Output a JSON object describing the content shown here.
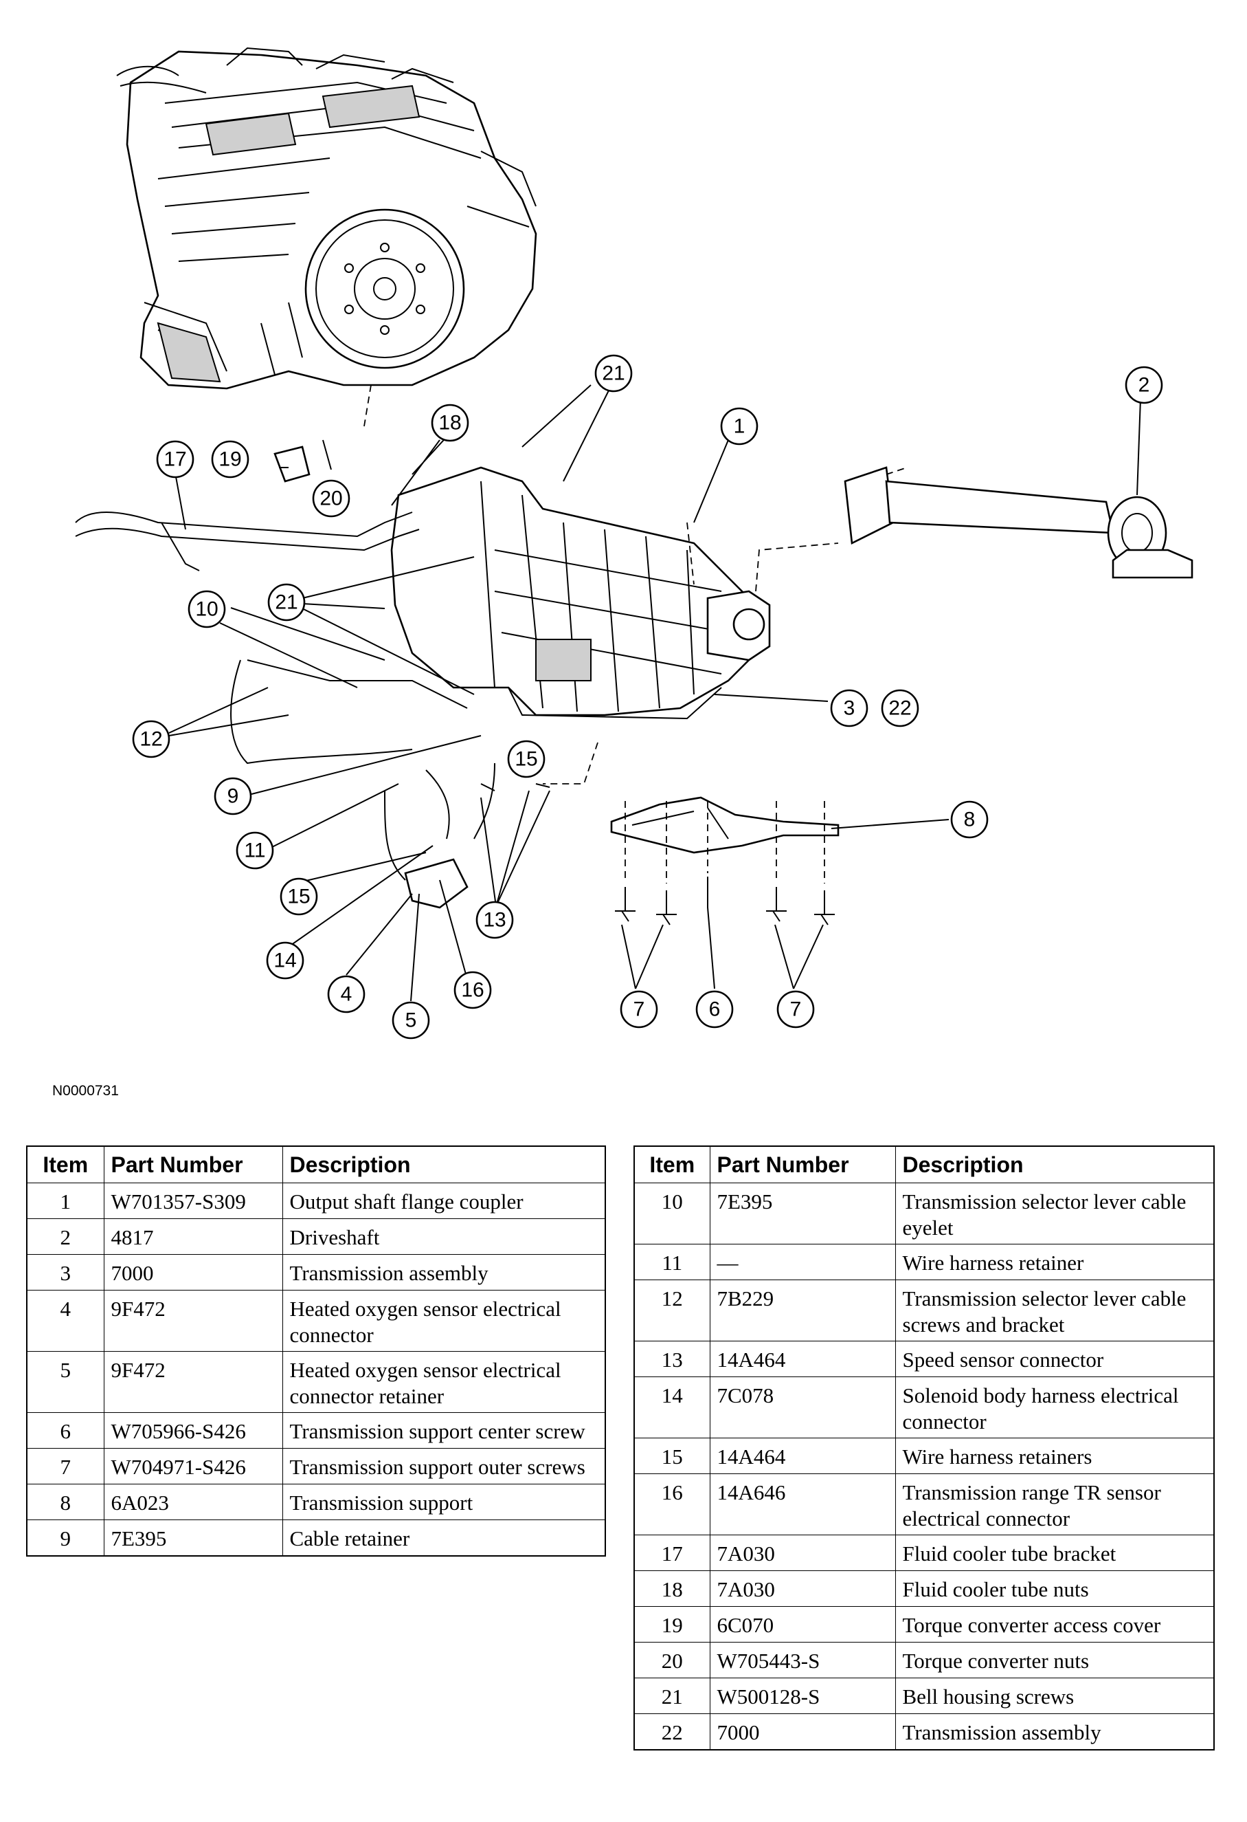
{
  "figure_id": "N0000731",
  "callouts": [
    "1",
    "2",
    "3",
    "4",
    "5",
    "6",
    "7",
    "8",
    "9",
    "10",
    "11",
    "12",
    "13",
    "14",
    "15",
    "16",
    "17",
    "18",
    "19",
    "20",
    "21",
    "22"
  ],
  "table_headers": {
    "item": "Item",
    "part_number": "Part Number",
    "description": "Description"
  },
  "parts_left": [
    {
      "item": "1",
      "part_number": "W701357-S309",
      "description": "Output shaft flange coupler"
    },
    {
      "item": "2",
      "part_number": "4817",
      "description": "Driveshaft"
    },
    {
      "item": "3",
      "part_number": "7000",
      "description": "Transmission assembly"
    },
    {
      "item": "4",
      "part_number": "9F472",
      "description": "Heated oxygen sensor electrical connector"
    },
    {
      "item": "5",
      "part_number": "9F472",
      "description": "Heated oxygen sensor electrical connector retainer"
    },
    {
      "item": "6",
      "part_number": "W705966-S426",
      "description": "Transmission support center screw"
    },
    {
      "item": "7",
      "part_number": "W704971-S426",
      "description": "Transmission support outer screws"
    },
    {
      "item": "8",
      "part_number": "6A023",
      "description": "Transmission support"
    },
    {
      "item": "9",
      "part_number": "7E395",
      "description": "Cable retainer"
    }
  ],
  "parts_right": [
    {
      "item": "10",
      "part_number": "7E395",
      "description": "Transmission selector lever cable eyelet"
    },
    {
      "item": "11",
      "part_number": "—",
      "description": "Wire harness retainer"
    },
    {
      "item": "12",
      "part_number": "7B229",
      "description": "Transmission selector lever cable screws and bracket"
    },
    {
      "item": "13",
      "part_number": "14A464",
      "description": "Speed sensor connector"
    },
    {
      "item": "14",
      "part_number": "7C078",
      "description": "Solenoid body harness electrical connector"
    },
    {
      "item": "15",
      "part_number": "14A464",
      "description": "Wire harness retainers"
    },
    {
      "item": "16",
      "part_number": "14A646",
      "description": "Transmission range TR sensor electrical connector"
    },
    {
      "item": "17",
      "part_number": "7A030",
      "description": "Fluid cooler tube bracket"
    },
    {
      "item": "18",
      "part_number": "7A030",
      "description": "Fluid cooler tube nuts"
    },
    {
      "item": "19",
      "part_number": "6C070",
      "description": "Torque converter access cover"
    },
    {
      "item": "20",
      "part_number": "W705443-S",
      "description": "Torque converter nuts"
    },
    {
      "item": "21",
      "part_number": "W500128-S",
      "description": "Bell housing screws"
    },
    {
      "item": "22",
      "part_number": "7000",
      "description": "Transmission assembly"
    }
  ]
}
